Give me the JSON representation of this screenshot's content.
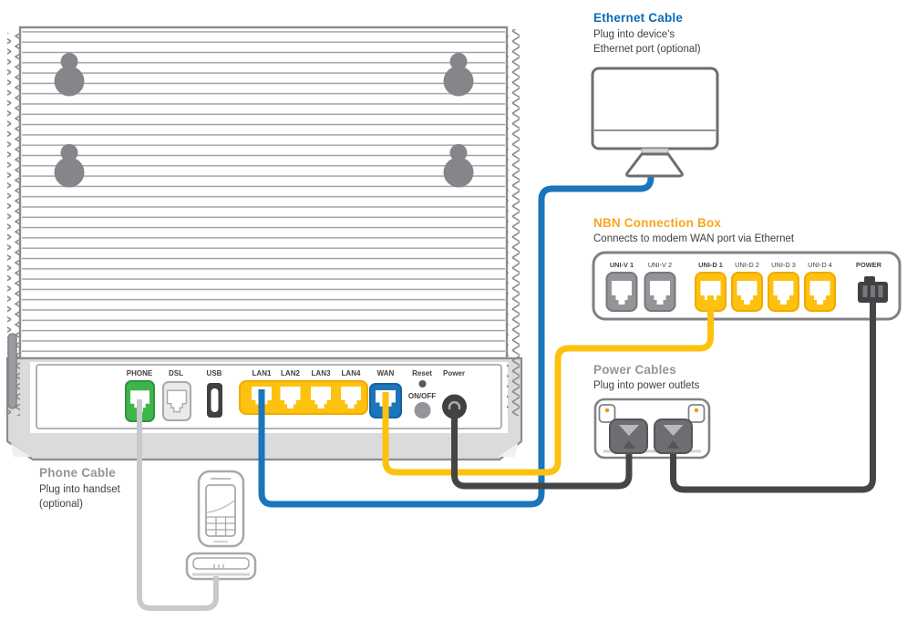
{
  "sections": {
    "ethernet": {
      "title": "Ethernet Cable",
      "line1": "Plug into device's",
      "line2": "Ethernet port (optional)"
    },
    "nbn": {
      "title": "NBN Connection Box",
      "line1": "Connects to modem WAN port via Ethernet"
    },
    "power": {
      "title": "Power Cables",
      "line1": "Plug into power outlets"
    },
    "phone": {
      "title": "Phone Cable",
      "line1": "Plug into handset",
      "line2": "(optional)"
    }
  },
  "modem": {
    "ports": {
      "phone": "PHONE",
      "dsl": "DSL",
      "usb": "USB",
      "lan1": "LAN1",
      "lan2": "LAN2",
      "lan3": "LAN3",
      "lan4": "LAN4",
      "wan": "WAN",
      "reset": "Reset",
      "onoff": "ON/OFF",
      "power": "Power"
    }
  },
  "nbn_box": {
    "ports": {
      "univ1": "UNI-V 1",
      "univ2": "UNI-V 2",
      "unid1": "UNI-D 1",
      "unid2": "UNI-D 2",
      "unid3": "UNI-D 3",
      "unid4": "UNI-D 4",
      "power": "POWER"
    }
  },
  "colors": {
    "heading_blue": "#0C6CB5",
    "heading_orange": "#F9A51F",
    "heading_grey": "#939598",
    "body_text": "#414042",
    "cable_blue": "#1B75BB",
    "cable_yellow": "#FDC110",
    "cable_black": "#454545",
    "cable_grey": "#C8C9CB",
    "port_green": "#3DB54A",
    "port_blue": "#1B75BB",
    "port_yellow": "#FDC110",
    "outline_grey": "#808285",
    "switch_dot_orange": "#F7941D"
  }
}
